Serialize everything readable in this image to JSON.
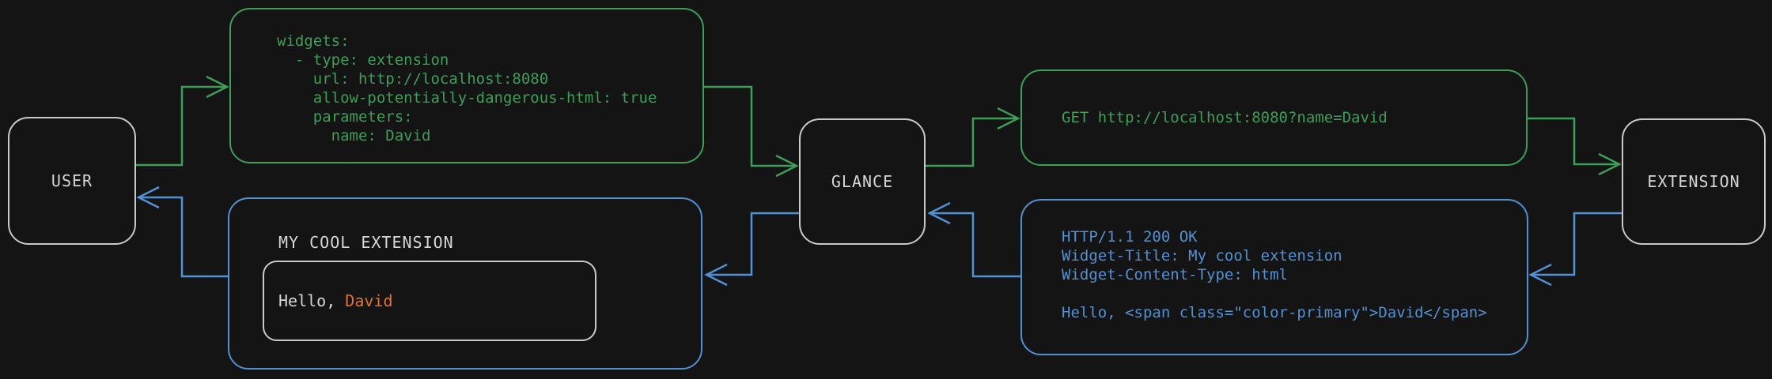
{
  "colors": {
    "bg": "#141414",
    "green": "#3d9e58",
    "blue": "#5191d4",
    "node-border": "#c9c9c9",
    "text": "#d6d6d6",
    "orange": "#e4722e"
  },
  "nodes": {
    "user": {
      "label": "USER"
    },
    "glance": {
      "label": "GLANCE"
    },
    "extension": {
      "label": "EXTENSION"
    }
  },
  "config_box": {
    "code": "widgets:\n  - type: extension\n    url: http://localhost:8080\n    allow-potentially-dangerous-html: true\n    parameters:\n      name: David"
  },
  "request_box": {
    "code": "GET http://localhost:8080?name=David"
  },
  "response_box": {
    "code": "HTTP/1.1 200 OK\nWidget-Title: My cool extension\nWidget-Content-Type: html\n\nHello, <span class=\"color-primary\">David</span>"
  },
  "widget_box": {
    "title": "MY COOL EXTENSION",
    "greeting_prefix": "Hello, ",
    "greeting_name": "David"
  }
}
